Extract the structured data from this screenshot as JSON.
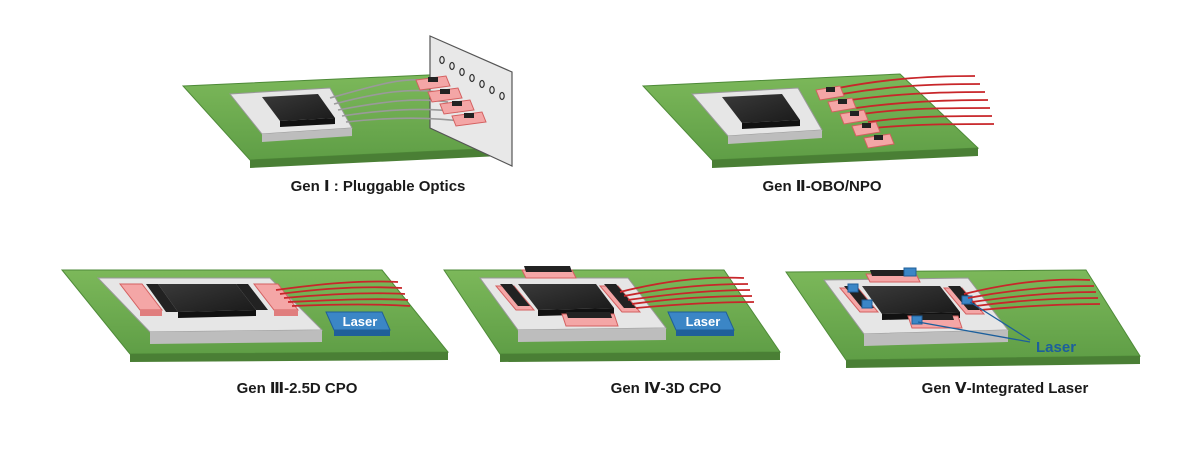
{
  "panels": [
    {
      "id": "gen1",
      "caption": "Gen Ⅰ : Pluggable Optics"
    },
    {
      "id": "gen2",
      "caption": "Gen Ⅱ-OBO/NPO"
    },
    {
      "id": "gen3",
      "caption": "Gen Ⅲ-2.5D CPO",
      "laser_label": "Laser"
    },
    {
      "id": "gen4",
      "caption": "Gen Ⅳ-3D CPO",
      "laser_label": "Laser"
    },
    {
      "id": "gen5",
      "caption": "Gen Ⅴ-Integrated Laser",
      "laser_label": "Laser"
    }
  ],
  "colors": {
    "board": "#6aa84f",
    "substrate": "#e0e0e0",
    "chip": "#2b2b2b",
    "optical_engine": "#f4a6a6",
    "fiber": "#c8262a",
    "laser": "#3b86c6"
  }
}
